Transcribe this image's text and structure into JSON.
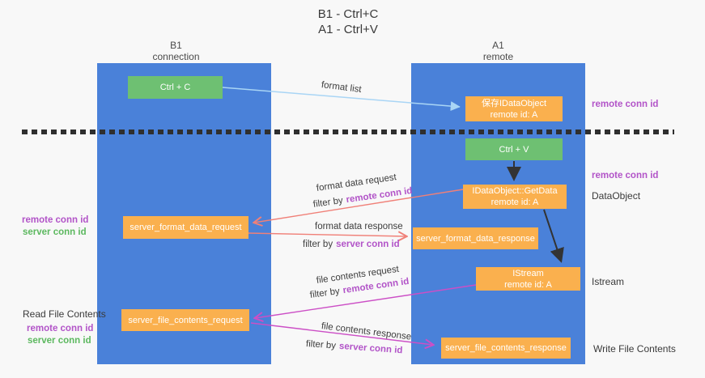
{
  "title": {
    "line1": "B1 - Ctrl+C",
    "line2": "A1 - Ctrl+V"
  },
  "lifelines": {
    "left": {
      "name": "B1",
      "role": "connection"
    },
    "right": {
      "name": "A1",
      "role": "remote"
    }
  },
  "nodes": {
    "ctrl_c": "Ctrl + C",
    "ctrl_v": "Ctrl + V",
    "save_idataobject_line1": "保存IDataObject",
    "save_idataobject_line2": "remote id: A",
    "getdata_line1": "IDataObject::GetData",
    "getdata_line2": "remote id: A",
    "istream_line1": "IStream",
    "istream_line2": "remote id: A",
    "format_request": "server_format_data_request",
    "format_response": "server_format_data_response",
    "file_request": "server_file_contents_request",
    "file_response": "server_file_contents_response"
  },
  "flow": {
    "format_list": "format list",
    "format_data_request": "format data request",
    "format_data_response": "format data response",
    "file_contents_request": "file contents request",
    "file_contents_response": "file contents response",
    "filter_by": "filter by",
    "remote_conn_id": "remote conn id",
    "server_conn_id": "server conn id"
  },
  "side": {
    "remote_conn_id": "remote conn id",
    "server_conn_id": "server conn id",
    "dataobject": "DataObject",
    "istream": "Istream",
    "read_file_contents": "Read File Contents",
    "write_file_contents": "Write File Contents"
  },
  "colors": {
    "lifeline_blue": "#4a81d9",
    "node_orange": "#fab04e",
    "node_green": "#6ec072",
    "arrow_light_blue": "#a9d5f5",
    "arrow_red": "#f08078",
    "arrow_magenta": "#cc4fc6",
    "arrow_black": "#333333",
    "text_purple": "#b254c8",
    "text_green": "#5cb85f"
  }
}
